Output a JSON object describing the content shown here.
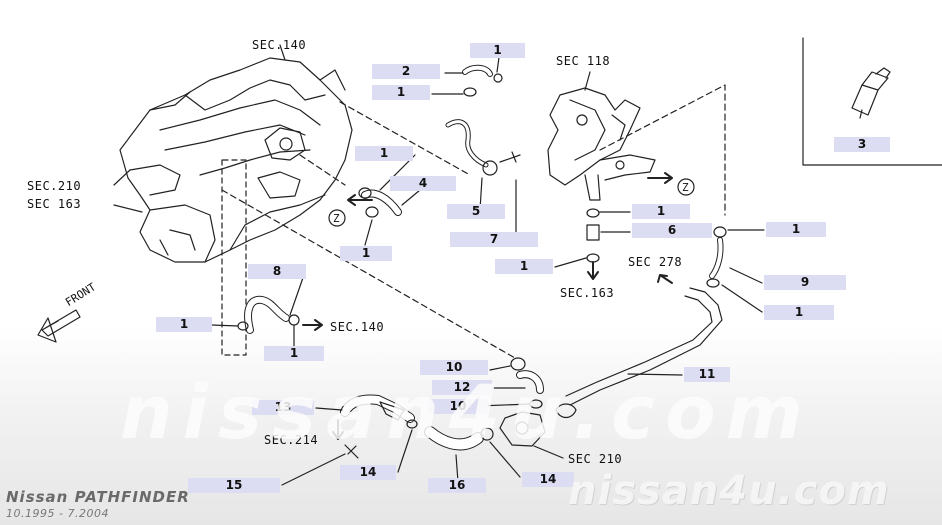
{
  "callouts": {
    "c_1a": "1",
    "c_2": "2",
    "c_1b": "1",
    "c_1c": "1",
    "c_4": "4",
    "c_5": "5",
    "c_1d": "1",
    "c_7": "7",
    "c_1e": "1",
    "c_1f": "1",
    "c_6": "6",
    "c_1g": "1",
    "c_3": "3",
    "c_9": "9",
    "c_1h": "1",
    "c_8": "8",
    "c_1i": "1",
    "c_1j": "1",
    "c_11": "11",
    "c_10a": "10",
    "c_12": "12",
    "c_10b": "10",
    "c_13": "13",
    "c_14a": "14",
    "c_14b": "14",
    "c_15": "15",
    "c_16": "16"
  },
  "section_refs": {
    "sec140_top": "SEC.140",
    "sec118": "SEC 118",
    "sec210_left": "SEC.210",
    "sec163_left": "SEC 163",
    "sec278": "SEC 278",
    "sec163_mid": "SEC.163",
    "sec140_mid": "SEC.140",
    "sec214": "SEC.214",
    "sec210_bottom": "SEC 210"
  },
  "direction": {
    "front": "FRONT",
    "z": "Z"
  },
  "watermark": {
    "center": "nissan4u.com",
    "right": "nissan4u.com"
  },
  "vehicle": {
    "model": "Nissan PATHFINDER",
    "years": "10.1995 - 7.2004"
  }
}
